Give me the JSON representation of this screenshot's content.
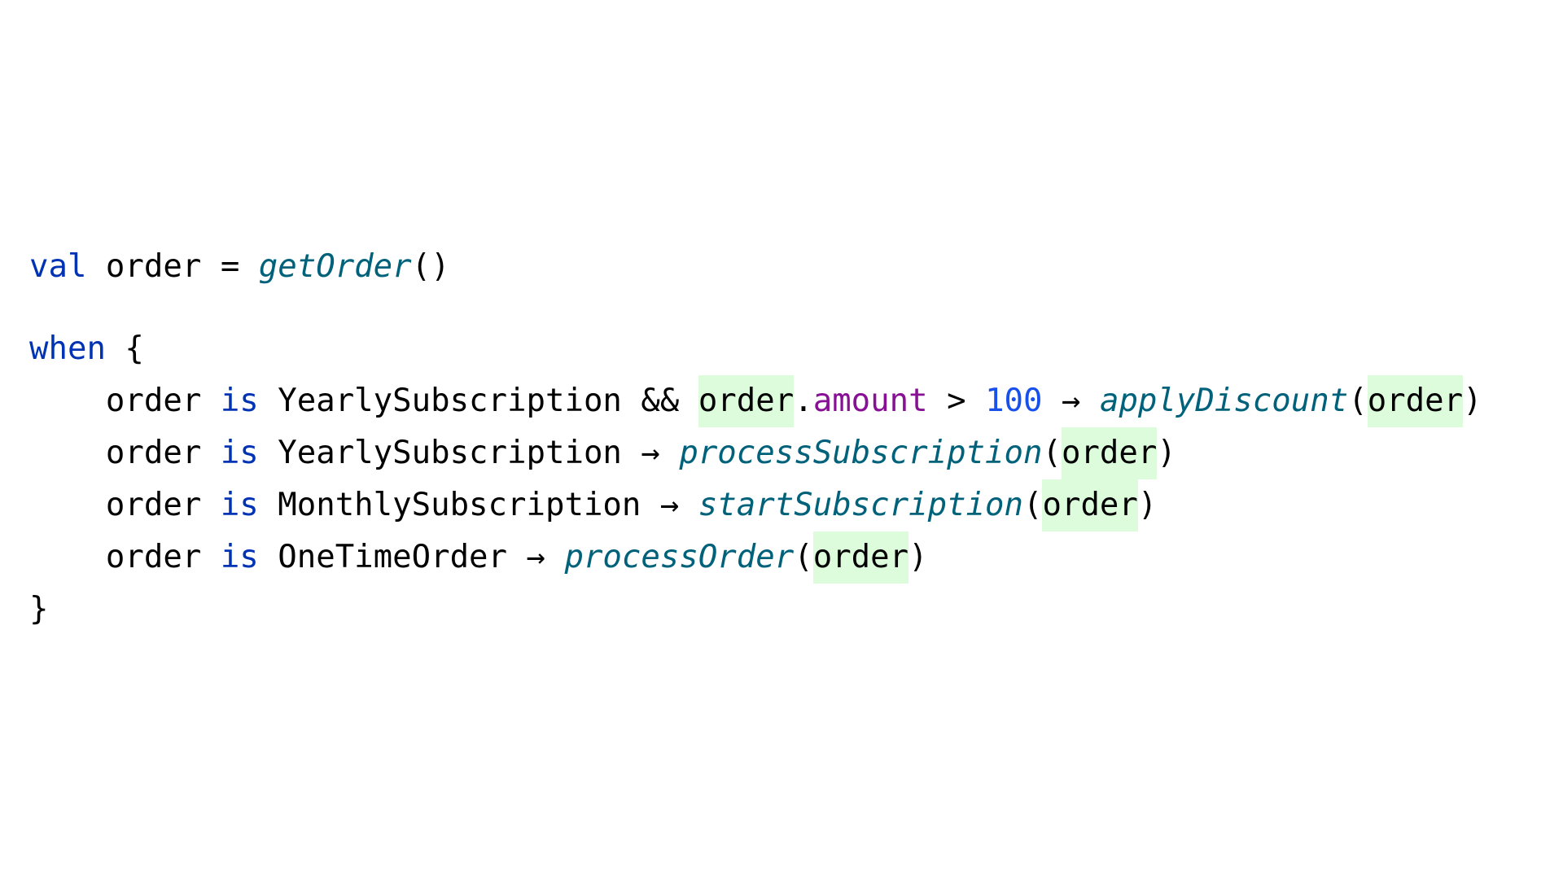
{
  "editor": {
    "background": "#ffffff",
    "highlight_color": "#dcfcdc",
    "colors": {
      "keyword": "#0033b3",
      "function": "#00627a",
      "property": "#871094",
      "number": "#1750eb",
      "text": "#000000"
    },
    "lines": [
      {
        "id": "line-val-order",
        "tokens": [
          {
            "text": "val",
            "kind": "kw"
          },
          {
            "text": " order = ",
            "kind": "plain"
          },
          {
            "text": "getOrder",
            "kind": "fn"
          },
          {
            "text": "()",
            "kind": "plain"
          }
        ]
      },
      {
        "id": "line-when-open",
        "tokens": [
          {
            "text": "when",
            "kind": "kw"
          },
          {
            "text": " {",
            "kind": "plain"
          }
        ]
      },
      {
        "id": "line-yearly-discount",
        "tokens": [
          {
            "text": "    order ",
            "kind": "plain"
          },
          {
            "text": "is",
            "kind": "kw"
          },
          {
            "text": " YearlySubscription && ",
            "kind": "plain"
          },
          {
            "text": "order",
            "kind": "plain",
            "highlight": true
          },
          {
            "text": ".",
            "kind": "plain"
          },
          {
            "text": "amount",
            "kind": "prop"
          },
          {
            "text": " > ",
            "kind": "plain"
          },
          {
            "text": "100",
            "kind": "num"
          },
          {
            "text": " → ",
            "kind": "plain"
          },
          {
            "text": "applyDiscount",
            "kind": "fn"
          },
          {
            "text": "(",
            "kind": "plain"
          },
          {
            "text": "order",
            "kind": "plain",
            "highlight": true
          },
          {
            "text": ")",
            "kind": "plain"
          }
        ]
      },
      {
        "id": "line-yearly",
        "tokens": [
          {
            "text": "    order ",
            "kind": "plain"
          },
          {
            "text": "is",
            "kind": "kw"
          },
          {
            "text": " YearlySubscription → ",
            "kind": "plain"
          },
          {
            "text": "processSubscription",
            "kind": "fn"
          },
          {
            "text": "(",
            "kind": "plain"
          },
          {
            "text": "order",
            "kind": "plain",
            "highlight": true
          },
          {
            "text": ")",
            "kind": "plain"
          }
        ]
      },
      {
        "id": "line-monthly",
        "tokens": [
          {
            "text": "    order ",
            "kind": "plain"
          },
          {
            "text": "is",
            "kind": "kw"
          },
          {
            "text": " MonthlySubscription → ",
            "kind": "plain"
          },
          {
            "text": "startSubscription",
            "kind": "fn"
          },
          {
            "text": "(",
            "kind": "plain"
          },
          {
            "text": "order",
            "kind": "plain",
            "highlight": true
          },
          {
            "text": ")",
            "kind": "plain"
          }
        ]
      },
      {
        "id": "line-onetime",
        "tokens": [
          {
            "text": "    order ",
            "kind": "plain"
          },
          {
            "text": "is",
            "kind": "kw"
          },
          {
            "text": " OneTimeOrder → ",
            "kind": "plain"
          },
          {
            "text": "processOrder",
            "kind": "fn"
          },
          {
            "text": "(",
            "kind": "plain"
          },
          {
            "text": "order",
            "kind": "plain",
            "highlight": true
          },
          {
            "text": ")",
            "kind": "plain"
          }
        ]
      },
      {
        "id": "line-when-close",
        "tokens": [
          {
            "text": "}",
            "kind": "plain"
          }
        ]
      }
    ]
  }
}
